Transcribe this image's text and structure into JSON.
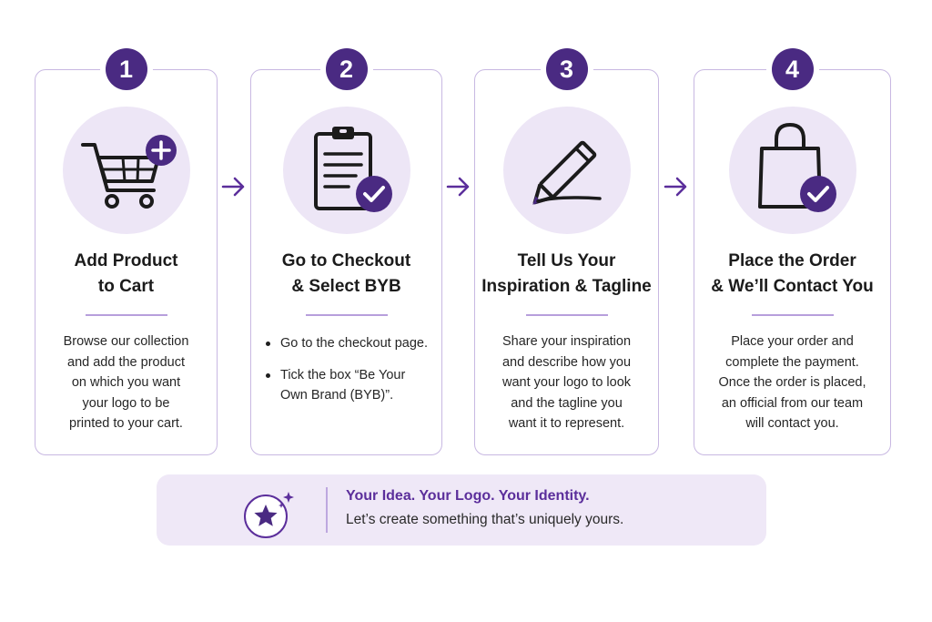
{
  "colors": {
    "accent": "#4a2a82",
    "accent_light": "#ede6f6",
    "card_border": "#c8b8e2",
    "headline": "#5b2e9b"
  },
  "steps": [
    {
      "number": "1",
      "icon": "shopping-cart-plus-icon",
      "title_lines": [
        "Add Product",
        "to Cart"
      ],
      "description_lines": [
        "Browse our collection",
        "and add the product",
        "on which you want",
        "your logo to be",
        "printed to your cart."
      ]
    },
    {
      "number": "2",
      "icon": "clipboard-check-icon",
      "title_lines": [
        "Go to Checkout",
        "& Select BYB"
      ],
      "bullets": [
        [
          "Go to the checkout page."
        ],
        [
          "Tick the box “Be Your",
          "Own Brand (BYB)”."
        ]
      ]
    },
    {
      "number": "3",
      "icon": "pencil-icon",
      "title_lines": [
        "Tell Us Your",
        "Inspiration & Tagline"
      ],
      "description_lines": [
        "Share your inspiration",
        "and describe how you",
        "want your logo to look",
        "and the tagline you",
        "want it to represent."
      ]
    },
    {
      "number": "4",
      "icon": "shopping-bag-check-icon",
      "title_lines": [
        "Place the Order",
        "& We’ll Contact You"
      ],
      "description_lines": [
        "Place your order and",
        "complete the payment.",
        "Once the order is placed,",
        "an official from our team",
        "will contact you."
      ]
    }
  ],
  "arrows": [
    "arrow-right-icon",
    "arrow-right-icon",
    "arrow-right-icon"
  ],
  "banner": {
    "icon": "star-badge-icon",
    "headline": "Your Idea. Your Logo. Your Identity.",
    "subtext": "Let’s create something that’s uniquely yours."
  }
}
